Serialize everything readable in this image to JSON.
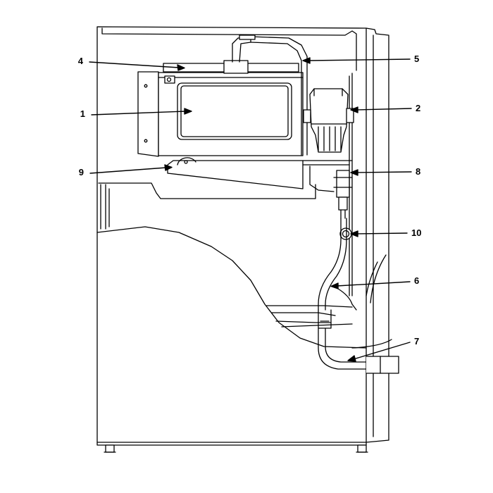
{
  "diagram": {
    "line_color": "#000000",
    "fill_color": "#ffffff",
    "callouts": [
      {
        "id": "c1",
        "label": "1"
      },
      {
        "id": "c2",
        "label": "2"
      },
      {
        "id": "c4",
        "label": "4"
      },
      {
        "id": "c5",
        "label": "5"
      },
      {
        "id": "c6",
        "label": "6"
      },
      {
        "id": "c7",
        "label": "7"
      },
      {
        "id": "c8",
        "label": "8"
      },
      {
        "id": "c9",
        "label": "9"
      },
      {
        "id": "c10",
        "label": "10"
      }
    ]
  }
}
